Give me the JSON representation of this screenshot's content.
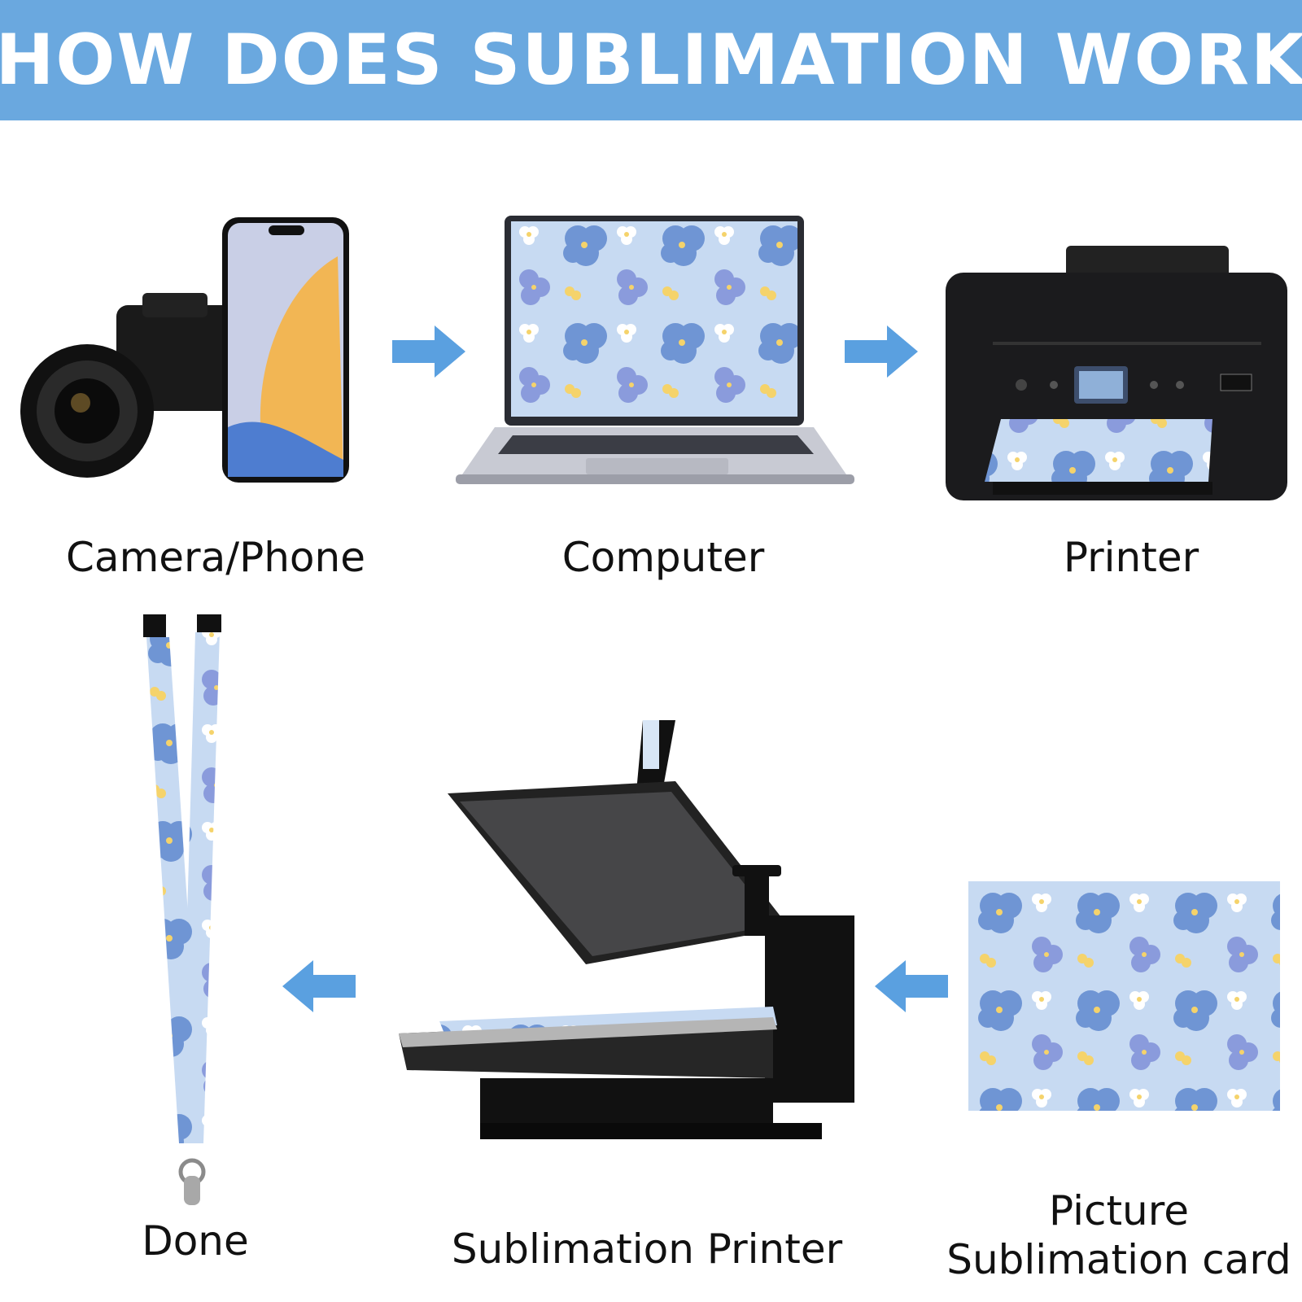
{
  "banner": {
    "title": "HOW DOES SUBLIMATION WORK",
    "color": "#6aa8df"
  },
  "steps": [
    {
      "label": "Camera/Phone",
      "icon": "camera-phone-icon"
    },
    {
      "label": "Computer",
      "icon": "laptop-icon"
    },
    {
      "label": "Printer",
      "icon": "printer-icon"
    },
    {
      "label_line1": "Picture",
      "label_line2": "Sublimation card",
      "icon": "sublimation-card-icon"
    },
    {
      "label": "Sublimation Printer",
      "icon": "heat-press-icon"
    },
    {
      "label": "Done",
      "icon": "lanyard-icon"
    }
  ],
  "colors": {
    "arrow": "#5aa0e0",
    "flower_blue": "#6f95d4",
    "flower_pale": "#b9d1ee",
    "flower_yellow": "#f5d36b"
  }
}
